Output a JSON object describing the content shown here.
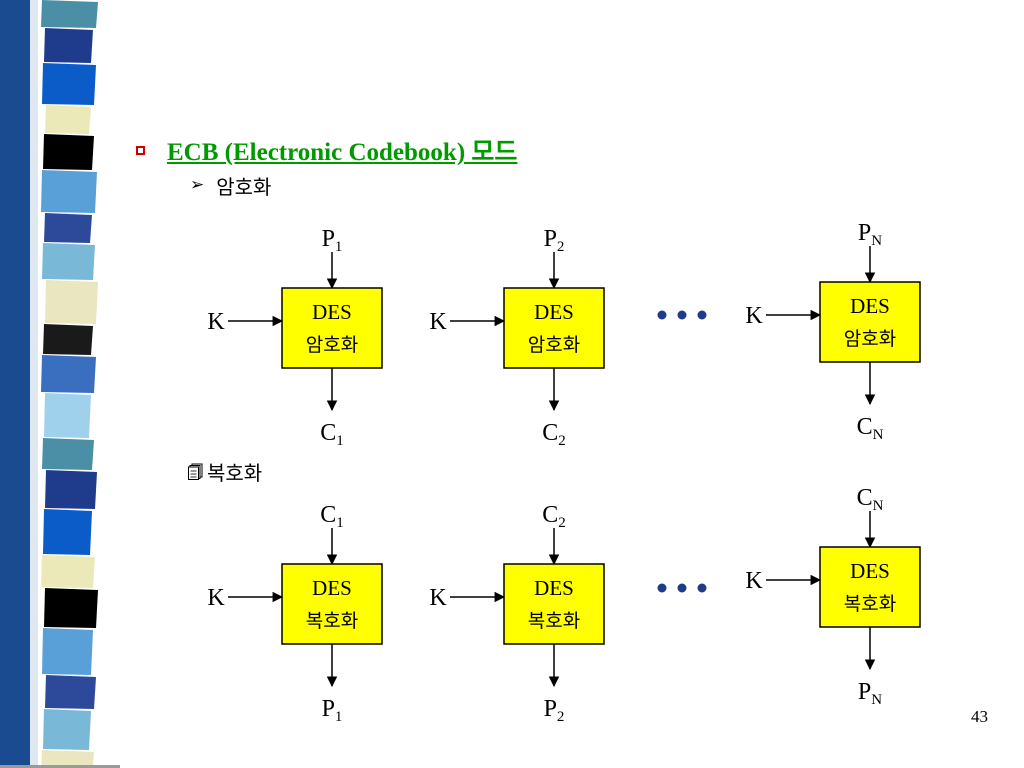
{
  "slide": {
    "heading": "ECB (Electronic Codebook) 모드",
    "encryption_label": "암호화",
    "decryption_label": "복호화",
    "page_number": "43",
    "colors": {
      "heading": "#009900",
      "bullet": "#cc0000",
      "box_fill": "#ffff00",
      "dots": "#1f3b8c"
    }
  },
  "diagram": {
    "encryption_blocks": [
      {
        "input": "P",
        "input_sub": "1",
        "key": "K",
        "box_line1": "DES",
        "box_line2": "암호화",
        "output": "C",
        "output_sub": "1"
      },
      {
        "input": "P",
        "input_sub": "2",
        "key": "K",
        "box_line1": "DES",
        "box_line2": "암호화",
        "output": "C",
        "output_sub": "2"
      },
      {
        "input": "P",
        "input_sub": "N",
        "key": "K",
        "box_line1": "DES",
        "box_line2": "암호화",
        "output": "C",
        "output_sub": "N"
      }
    ],
    "decryption_blocks": [
      {
        "input": "C",
        "input_sub": "1",
        "key": "K",
        "box_line1": "DES",
        "box_line2": "복호화",
        "output": "P",
        "output_sub": "1"
      },
      {
        "input": "C",
        "input_sub": "2",
        "key": "K",
        "box_line1": "DES",
        "box_line2": "복호화",
        "output": "P",
        "output_sub": "2"
      },
      {
        "input": "C",
        "input_sub": "N",
        "key": "K",
        "box_line1": "DES",
        "box_line2": "복호화",
        "output": "P",
        "output_sub": "N"
      }
    ]
  }
}
